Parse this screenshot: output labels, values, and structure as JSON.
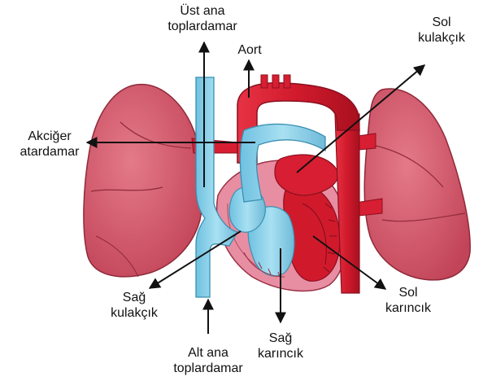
{
  "labels": {
    "ust_ana_toplardamar": [
      "Üst ana",
      "toplardamar"
    ],
    "aort": "Aort",
    "sol_kulakcik": [
      "Sol",
      "kulakçık"
    ],
    "akciger_atardamar": [
      "Akciğer",
      "atardamar"
    ],
    "sag_kulakcik": [
      "Sağ",
      "kulakçık"
    ],
    "alt_ana_toplardamar": [
      "Alt ana",
      "toplardamar"
    ],
    "sag_karincik": [
      "Sağ",
      "karıncık"
    ],
    "sol_karincik": [
      "Sol",
      "karıncık"
    ]
  },
  "colors": {
    "lung": "#d45a6a",
    "lung_dark": "#a83446",
    "artery_red": "#d81e32",
    "vein_blue": "#8ed3ea",
    "heart_pink": "#e88ea2",
    "arrow": "#111111"
  }
}
